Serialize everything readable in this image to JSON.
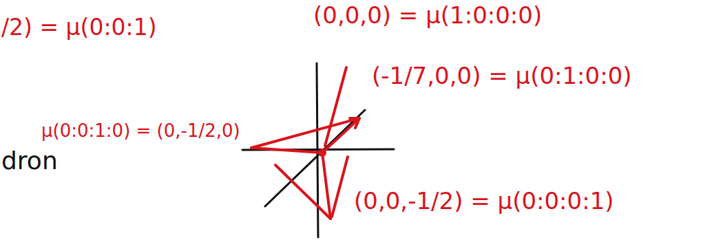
{
  "diagram": {
    "labels": [
      "/2) = μ(0:0:1)",
      "(0,0,0) = μ(1:0:0:0)",
      "(-1/7,0,0) = μ(0:1:0:0)",
      "μ(0:0:1:0) = (0,-1/2,0)",
      "dron",
      "(0,0,-1/2) = μ(0:0:0:1)"
    ]
  }
}
